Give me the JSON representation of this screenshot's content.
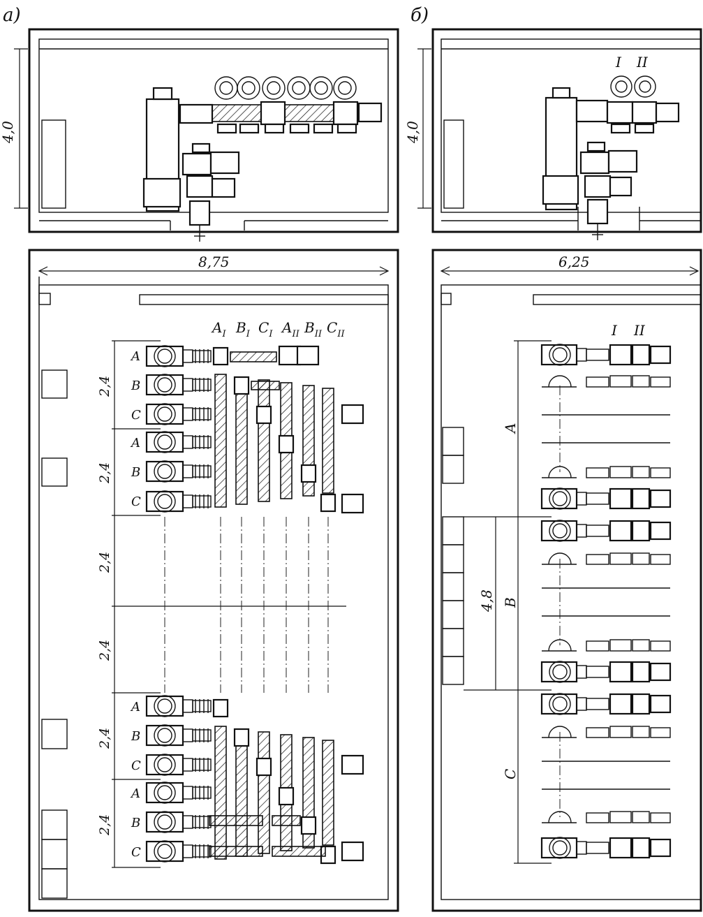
{
  "panels": {
    "a": {
      "label": "а)",
      "height_dim": "4,0",
      "width_dim": "8,75",
      "phase_headers": [
        "A",
        "B",
        "C",
        "A",
        "B",
        "C"
      ],
      "phase_header_subs": [
        "I",
        "I",
        "I",
        "II",
        "II",
        "II"
      ],
      "unit_labels_top": [
        "A",
        "B",
        "C",
        "A",
        "B",
        "C"
      ],
      "unit_labels_bottom": [
        "A",
        "B",
        "C",
        "A",
        "B",
        "C"
      ],
      "spacing_dims": [
        "2,4",
        "2,4",
        "2,4",
        "2,4",
        "2,4",
        "2,4"
      ]
    },
    "b": {
      "label": "б)",
      "height_dim": "4,0",
      "width_dim": "6,25",
      "top_labels": [
        "I",
        "II"
      ],
      "plan_labels": [
        "I",
        "II"
      ],
      "group_labels": [
        "A",
        "B",
        "C"
      ],
      "spacing_dim": "4,8"
    }
  }
}
